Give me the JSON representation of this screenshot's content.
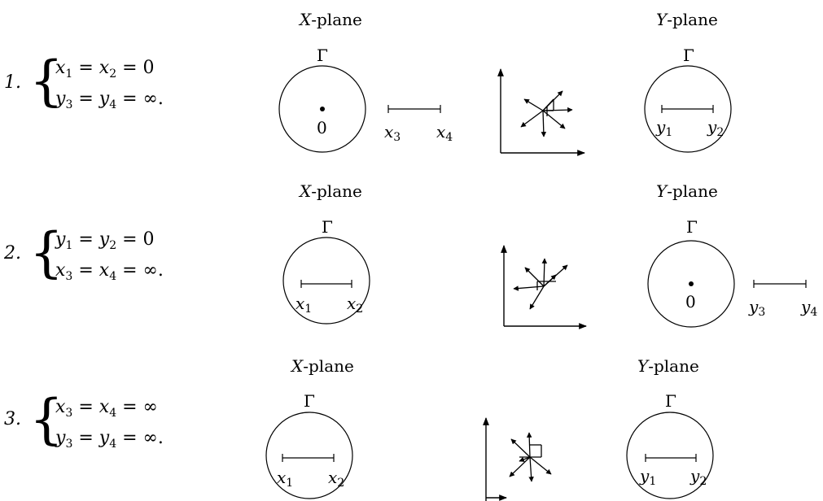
{
  "rows": [
    {
      "number": "1.",
      "eq1": {
        "a": "x",
        "as": "1",
        "eq": " = ",
        "b": "x",
        "bs": "2",
        "rhs": " = 0"
      },
      "eq2": {
        "a": "y",
        "as": "3",
        "eq": " = ",
        "b": "y",
        "bs": "4",
        "rhs": " = ∞."
      },
      "left_panel": {
        "title_var": "X",
        "title_rest": "-plane",
        "gamma": "Γ",
        "center_label": "0",
        "seg_left": "x",
        "seg_left_sub": "3",
        "seg_right": "x",
        "seg_right_sub": "4"
      },
      "right_panel": {
        "title_var": "Y",
        "title_rest": "-plane",
        "gamma": "Γ",
        "seg_left": "y",
        "seg_left_sub": "1",
        "seg_right": "y",
        "seg_right_sub": "2"
      }
    },
    {
      "number": "2.",
      "eq1": {
        "a": "y",
        "as": "1",
        "eq": " = ",
        "b": "y",
        "bs": "2",
        "rhs": " = 0"
      },
      "eq2": {
        "a": "x",
        "as": "3",
        "eq": " = ",
        "b": "x",
        "bs": "4",
        "rhs": " = ∞."
      },
      "left_panel": {
        "title_var": "X",
        "title_rest": "-plane",
        "gamma": "Γ",
        "seg_left": "x",
        "seg_left_sub": "1",
        "seg_right": "x",
        "seg_right_sub": "2"
      },
      "right_panel": {
        "title_var": "Y",
        "title_rest": "-plane",
        "gamma": "Γ",
        "center_label": "0",
        "seg_left": "y",
        "seg_left_sub": "3",
        "seg_right": "y",
        "seg_right_sub": "4"
      }
    },
    {
      "number": "3.",
      "eq1": {
        "a": "x",
        "as": "3",
        "eq": " = ",
        "b": "x",
        "bs": "4",
        "rhs": " = ∞"
      },
      "eq2": {
        "a": "y",
        "as": "3",
        "eq": " = ",
        "b": "y",
        "bs": "4",
        "rhs": " = ∞."
      },
      "left_panel": {
        "title_var": "X",
        "title_rest": "-plane",
        "gamma": "Γ",
        "seg_left": "x",
        "seg_left_sub": "1",
        "seg_right": "x",
        "seg_right_sub": "2"
      },
      "right_panel": {
        "title_var": "Y",
        "title_rest": "-plane",
        "gamma": "Γ",
        "seg_left": "y",
        "seg_left_sub": "1",
        "seg_right": "y",
        "seg_right_sub": "2"
      }
    }
  ]
}
